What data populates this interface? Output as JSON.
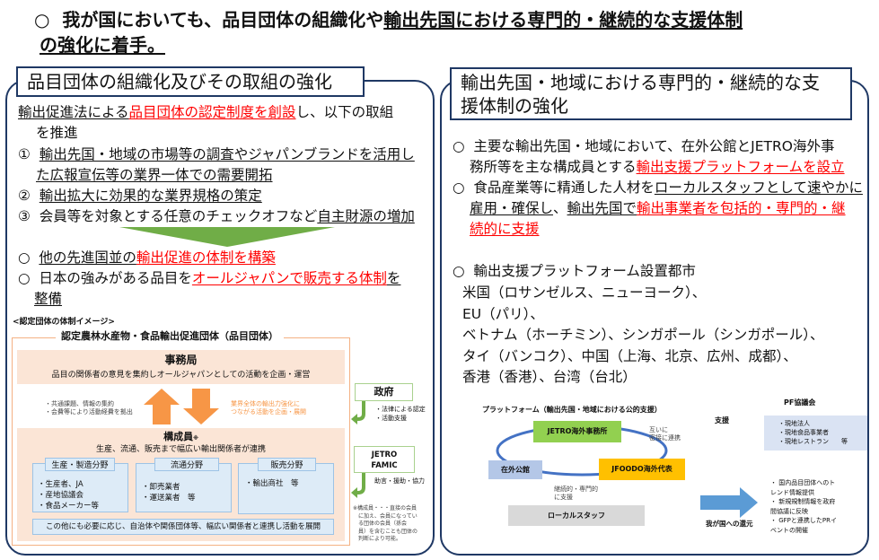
{
  "title": {
    "bullet": "○",
    "line1a": "我が国においても、品目団体の組織化や",
    "line1b": "輸出先国における専門的・継続的な支援体制",
    "line2": "の強化に着手。"
  },
  "left": {
    "heading": "品目団体の組織化及びその取組の強化",
    "intro": {
      "a": "輸出促進法による",
      "b": "品目団体の認定制度を創設",
      "c": "し、以下の取組",
      "d": "を推進"
    },
    "items": [
      {
        "num": "①",
        "a": "輸出先国・地域の市場等の調査やジャパンブランドを活用し",
        "b": "た広報宣伝等の業界一体での需要開拓"
      },
      {
        "num": "②",
        "a": "輸出拡大に効果的な業界規格の策定"
      },
      {
        "num": "③",
        "a": "会員等を対象とする任意のチェックオフなど",
        "b": "自主財源の増加"
      }
    ],
    "results": [
      {
        "mark": "○",
        "a": "他の先進国並の",
        "b": "輸出促進の体制を構築"
      },
      {
        "mark": "○",
        "a": "日本の強みがある品目を",
        "b": "オールジャパンで販売する体制",
        "c": "を",
        "d": "整備"
      }
    ],
    "diagram": {
      "caption": "<認定団体の体制イメージ>",
      "org_title": "認定農林水産物・食品輸出促進団体（品目団体）",
      "secretariat": {
        "title": "事務局",
        "desc": "品目の関係者の意見を集約しオールジャパンとしての活動を企画・運営"
      },
      "left_note": [
        "・共通課題、情報の集約",
        "・会費等により活動経費を拠出"
      ],
      "right_note": [
        "業界全体の輸出力強化に",
        "つながる活動を企画・展開"
      ],
      "members": {
        "title": "構成員",
        "mark": "※",
        "desc": "生産、流通、販売まで幅広い輸出関係者が連携"
      },
      "sectors": [
        {
          "title": "生産・製造分野",
          "items": [
            "・生産者、JA",
            "・産地協議会",
            "・食品メーカー等"
          ]
        },
        {
          "title": "流通分野",
          "items": [
            "・卸売業者",
            "・運送業者　等"
          ]
        },
        {
          "title": "販売分野",
          "items": [
            "・輸出商社　等"
          ]
        }
      ],
      "footer": "この他にも必要に応じ、自治体や関係団体等、幅広い関係者と連携し活動を展開",
      "gov": {
        "title": "政府",
        "items": [
          "・法律による認定",
          "・活動支援"
        ]
      },
      "jetro": {
        "title1": "JETRO",
        "title2": "FAMIC",
        "items": [
          "助言・援助・協力"
        ]
      },
      "footnote": [
        "※構成員・・・直接の会員",
        "に加え、会員になってい",
        "る団体の会員（孫会",
        "員）を含むことも団体の",
        "判断により可能。"
      ]
    }
  },
  "right": {
    "heading1": "輸出先国・地域における専門的・継続的な支",
    "heading2": "援体制の強化",
    "p1": {
      "mark": "○",
      "a": "主要な輸出先国・地域において、在外公館とJETRO海外事",
      "b": "務所等を主な構成員とする",
      "c": "輸出支援プラットフォームを設立"
    },
    "p2": {
      "mark": "○",
      "a": "食品産業等に精通した人材を",
      "b": "ローカルスタッフとして速やかに",
      "c": "雇用・確保し",
      "d": "、",
      "e": "輸出先国で",
      "f": "輸出事業者を包括的・専門的・継",
      "g": "続的に支援"
    },
    "p3": {
      "mark": "○",
      "title": "輸出支援プラットフォーム設置都市",
      "cities": [
        "米国（ロサンゼルス、ニューヨーク）、",
        "EU（パリ）、",
        "ベトナム（ホーチミン）、シンガポール（シンガポール）、",
        "タイ（バンコク）、中国（上海、北京、広州、成都）、",
        "香港（香港）、台湾（台北）"
      ]
    },
    "diagram": {
      "title": "プラットフォーム（輸出先国・地域における公的支援）",
      "jetro": "JETRO海外事務所",
      "embassy": "在外公館",
      "jfoodo": "JFOODO海外代表",
      "coop": [
        "互いに",
        "密接に連携"
      ],
      "cont": [
        "継続的・専門的",
        "に支援"
      ],
      "local": "ローカルスタッフ",
      "support": "支援",
      "pf_title": "PF協議会",
      "pf_items": [
        "・現地法人",
        "・現地食品事業者",
        "・現地レストラン　　等"
      ],
      "return": "我が国への還元",
      "return_items": [
        "・ 国内品目団体へのト",
        "レンド情報提供",
        "・ 新規規制情報を政府",
        "間協議に反映",
        "・ GFPと連携したPRイ",
        "ベントの開催"
      ]
    }
  }
}
